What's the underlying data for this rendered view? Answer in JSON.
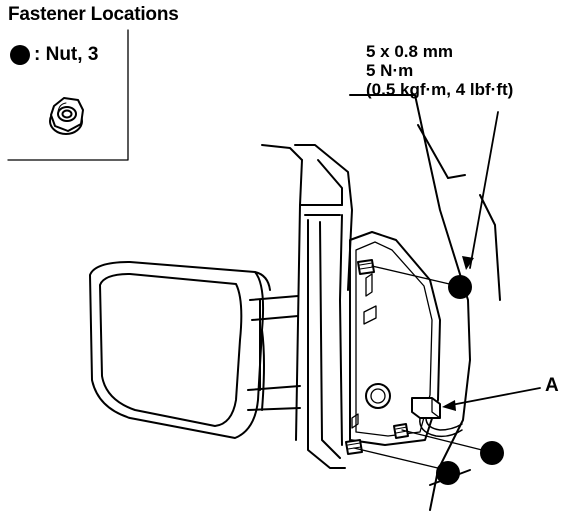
{
  "header": {
    "title": "Fastener Locations"
  },
  "legend": {
    "symbol": "filled-circle",
    "label": ": Nut, 3"
  },
  "specification": {
    "lines": [
      "5 x 0.8 mm",
      "5 N·m",
      "(0.5 kgf·m, 4 lbf·ft)"
    ]
  },
  "callouts": {
    "a": "A"
  }
}
